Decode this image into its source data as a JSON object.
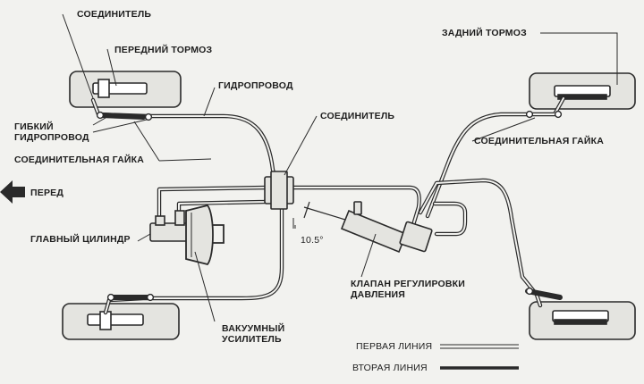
{
  "colors": {
    "line": "#2a2a2a",
    "fill": "#e4e4e0",
    "ink": "#1e1e1e"
  },
  "icons": {
    "forward_arrow": "arrow-left-icon"
  },
  "labels": {
    "connector_top": "СОЕДИНИТЕЛЬ",
    "front_brake": "ПЕРЕДНИЙ ТОРМОЗ",
    "hydro_line": "ГИДРОПРОВОД",
    "flex_hose": "ГИБКИЙ\nГИДРОПРОВОД",
    "union_nut_left": "СОЕДИНИТЕЛЬНАЯ ГАЙКА",
    "forward": "ПЕРЕД",
    "master_cylinder": "ГЛАВНЫЙ ЦИЛИНДР",
    "angle": "10.5°",
    "connector_center": "СОЕДИНИТЕЛЬ",
    "rear_brake": "ЗАДНИЙ ТОРМОЗ",
    "union_nut_right": "СОЕДИНИТЕЛЬНАЯ ГАЙКА",
    "pressure_valve": "КЛАПАН РЕГУЛИРОВКИ\nДАВЛЕНИЯ",
    "vacuum_booster": "ВАКУУМНЫЙ\nУСИЛИТЕЛЬ",
    "first_line": "ПЕРВАЯ ЛИНИЯ",
    "second_line": "ВТОРАЯ ЛИНИЯ"
  }
}
